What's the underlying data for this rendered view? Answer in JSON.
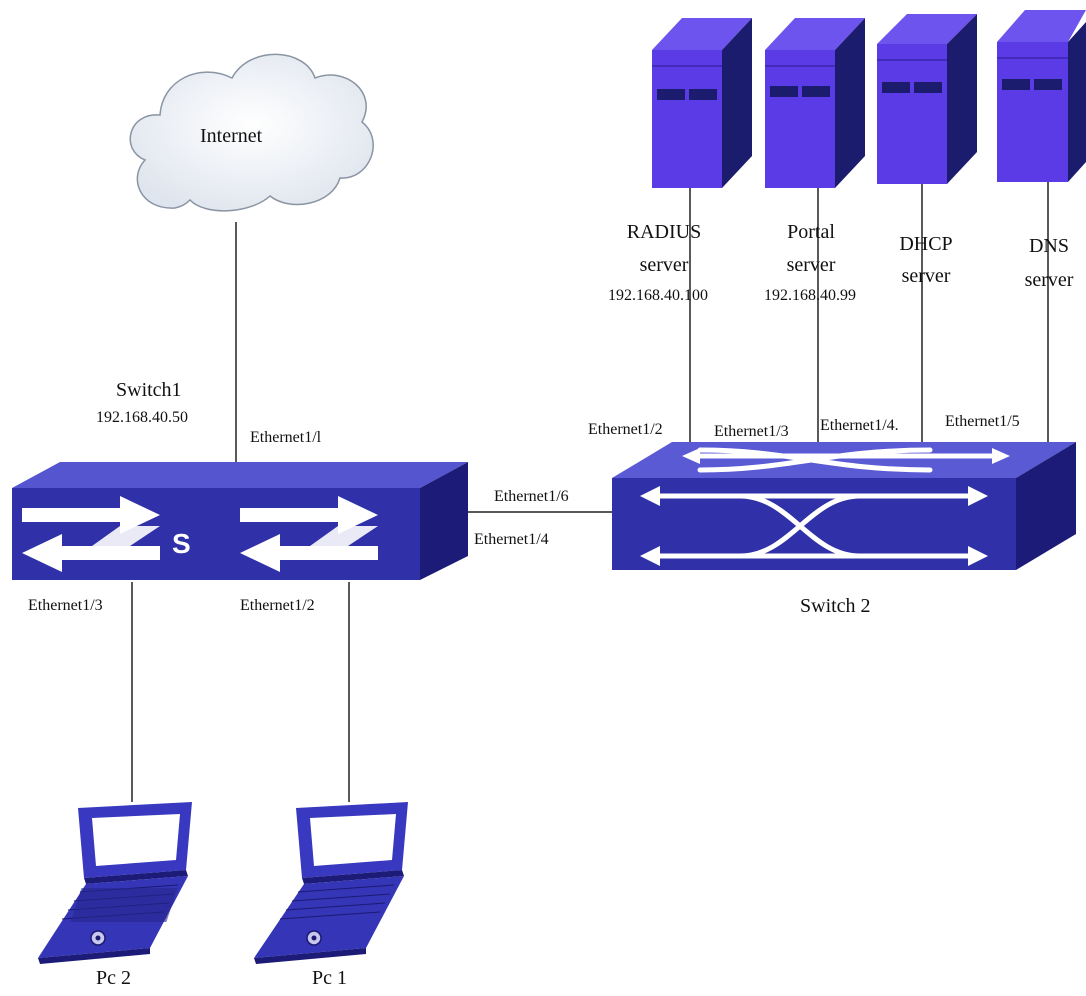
{
  "internet": {
    "label": "Internet"
  },
  "switch1": {
    "name": "Switch1",
    "ip": "192.168.40.50",
    "badge": "S"
  },
  "switch2": {
    "name": "Switch 2"
  },
  "ports": {
    "sw1_e11": "Ethernet1/l",
    "sw1_e16": "Ethernet1/6",
    "sw1_e14": "Ethernet1/4",
    "sw1_e13": "Ethernet1/3",
    "sw1_e12": "Ethernet1/2",
    "sw2_e12": "Ethernet1/2",
    "sw2_e13": "Ethernet1/3",
    "sw2_e14": "Ethernet1/4.",
    "sw2_e15": "Ethernet1/5"
  },
  "servers": [
    {
      "line1": "RADIUS",
      "line2": "server",
      "ip": "192.168.40.100"
    },
    {
      "line1": "Portal",
      "line2": "server",
      "ip": "192.168.40.99"
    },
    {
      "line1": "DHCP",
      "line2": "server",
      "ip": ""
    },
    {
      "line1": "DNS",
      "line2": "server",
      "ip": ""
    }
  ],
  "pcs": [
    {
      "label": "Pc 2"
    },
    {
      "label": "Pc 1"
    }
  ],
  "colors": {
    "device_front": "#3030a8",
    "device_top": "#5555d0",
    "device_side": "#1c1c78",
    "server_front": "#5a3be6",
    "cloud_fill": "#eef1f5",
    "link": "#222222"
  }
}
